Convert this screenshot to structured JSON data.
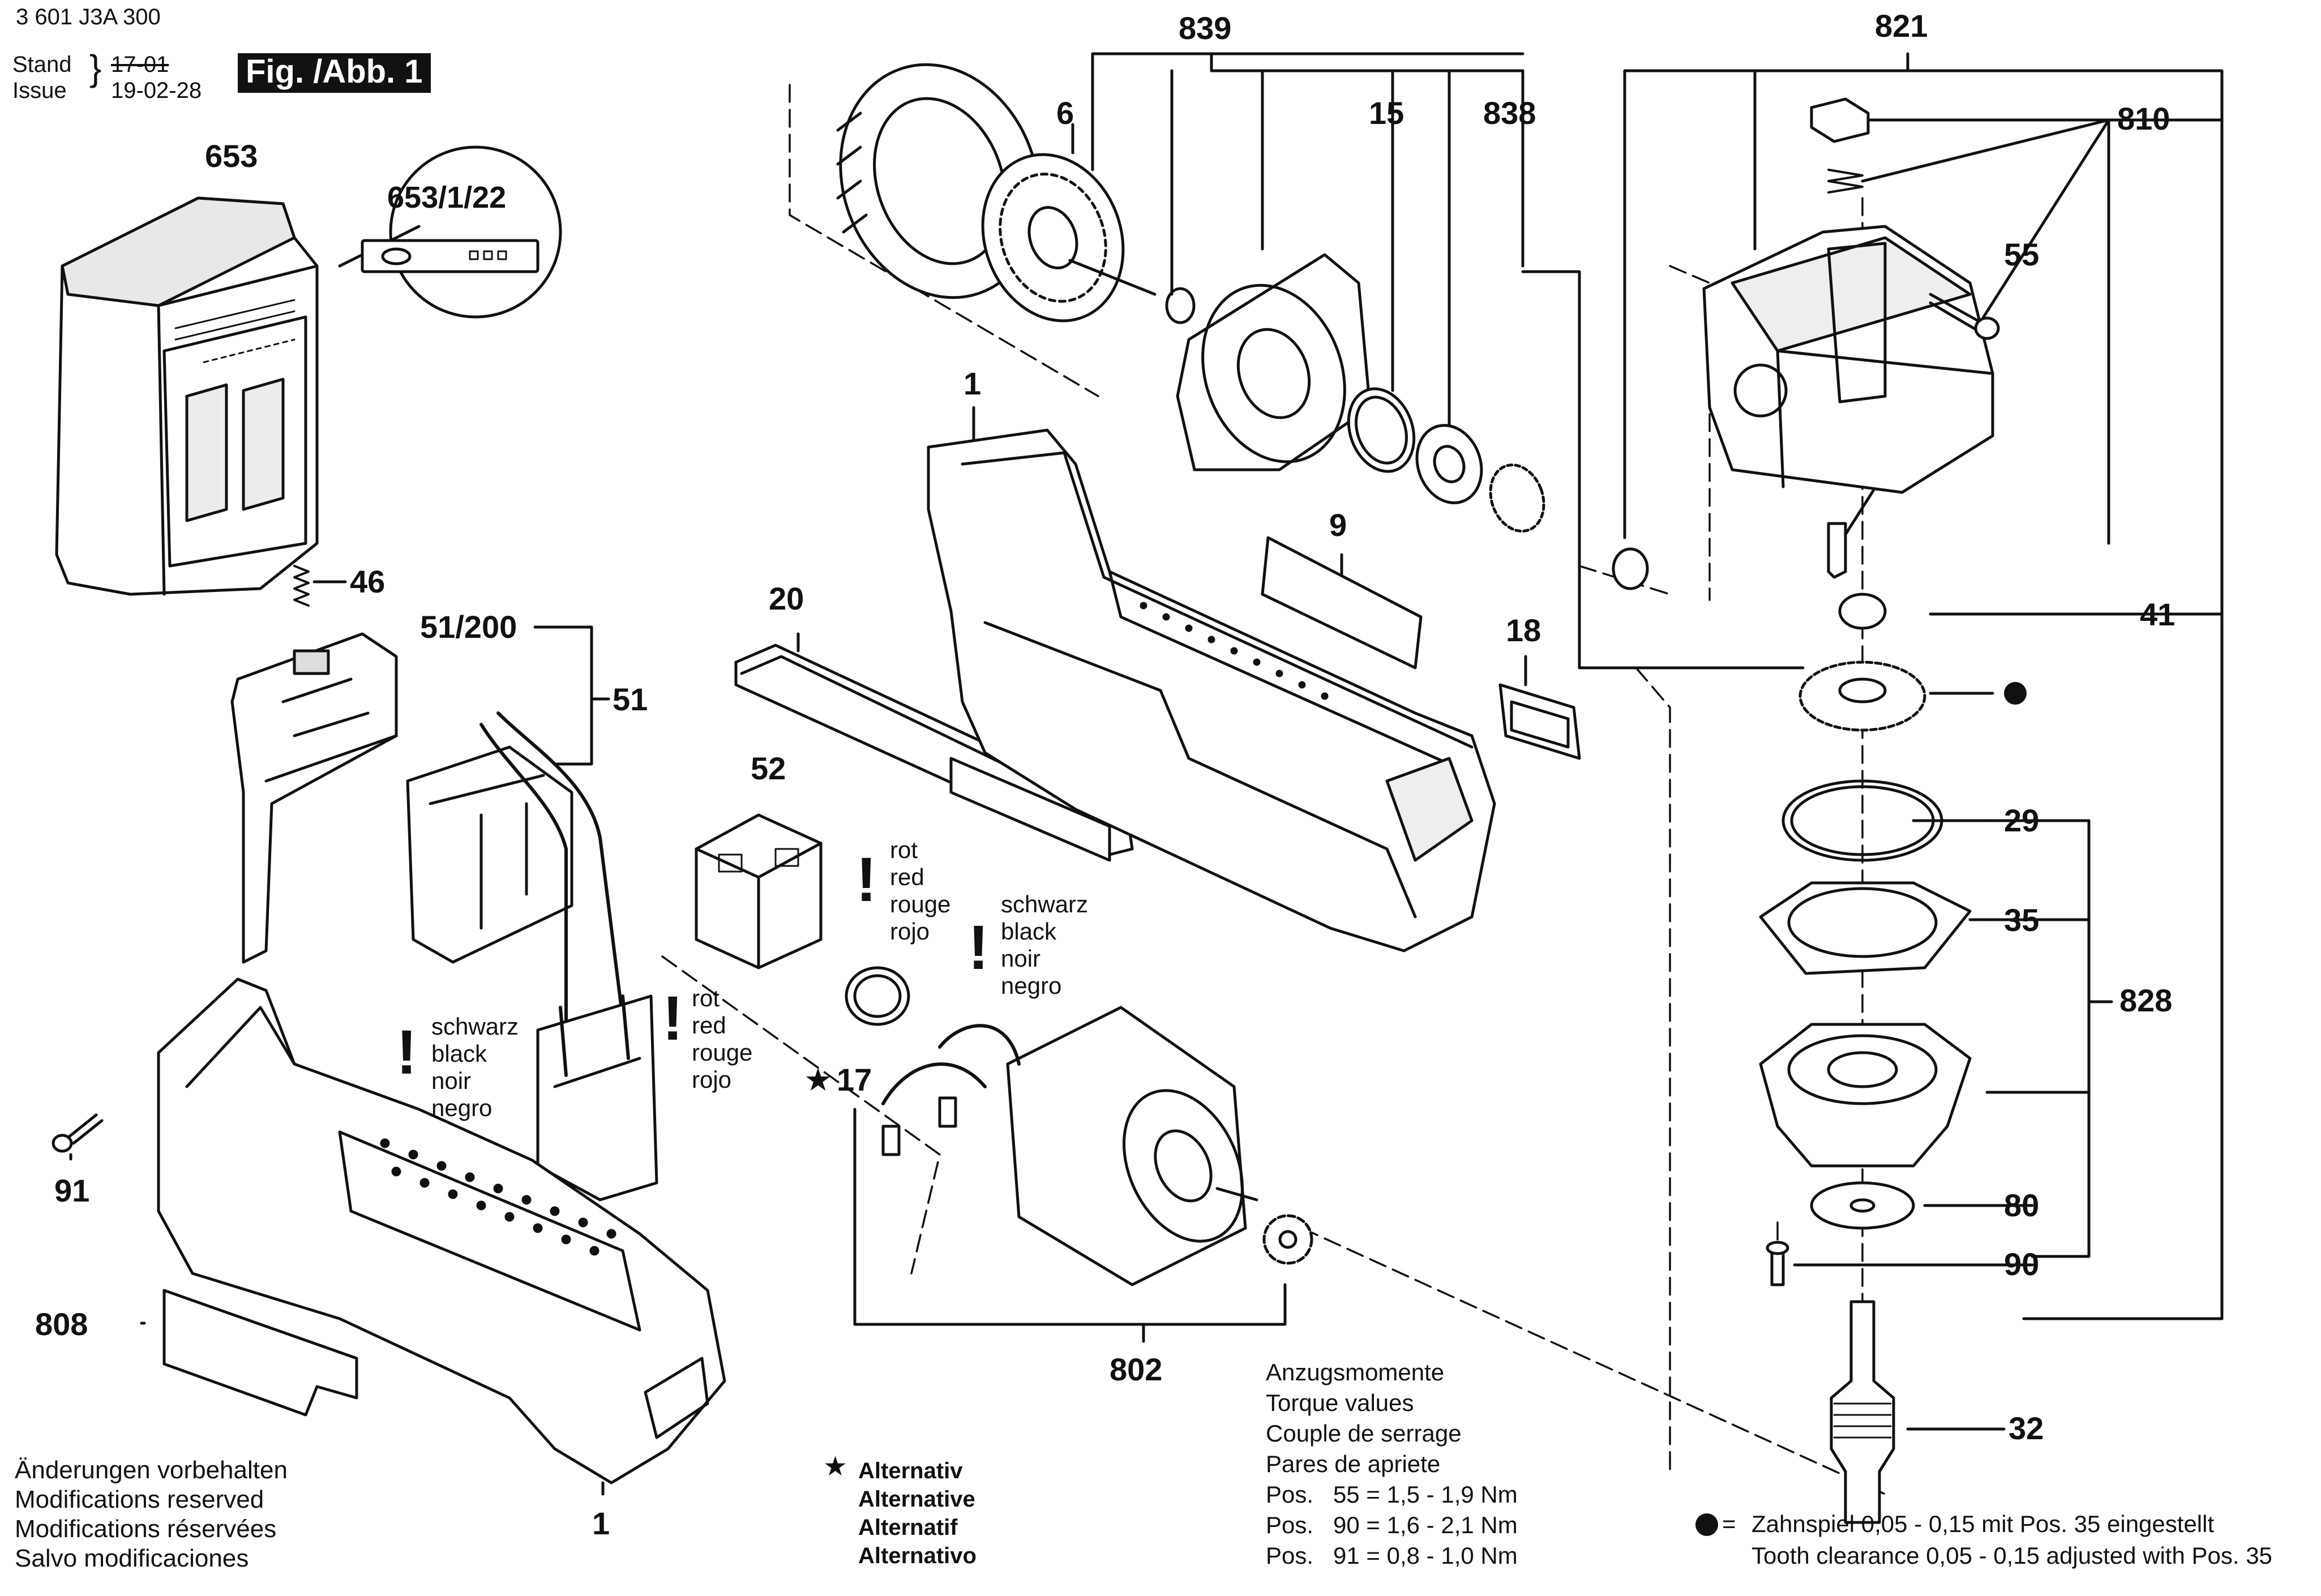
{
  "header": {
    "doc_number": "3 601 J3A 300",
    "stand_label": "Stand",
    "issue_label": "Issue",
    "old_date": "17-01",
    "new_date": "19-02-28",
    "figure_label": "Fig. /Abb. 1"
  },
  "parts": {
    "p653": "653",
    "p653_1_22": "653/1/22",
    "p46": "46",
    "p51_200": "51/200",
    "p51": "51",
    "p52": "52",
    "p20": "20",
    "p1_top": "1",
    "p9": "9",
    "p18": "18",
    "p17": "17",
    "p91": "91",
    "p808": "808",
    "p1_bottom": "1",
    "p802": "802",
    "p6": "6",
    "p839": "839",
    "p15": "15",
    "p838": "838",
    "p821": "821",
    "p810": "810",
    "p55": "55",
    "p41": "41",
    "p29": "29",
    "p35": "35",
    "p828": "828",
    "p80": "80",
    "p90": "90",
    "p32": "32"
  },
  "wire_labels": {
    "black_left": "schwarz\nblack\nnoir\nnegro",
    "red_left": "rot\nred\nrouge\nrojo",
    "red_top": "rot\nred\nrouge\nrojo",
    "black_right": "schwarz\nblack\nnoir\nnegro"
  },
  "footer": {
    "modifications": "Änderungen vorbehalten\nModifications reserved\nModifications réservées\nSalvo modificaciones",
    "alternative": "Alternativ\nAlternative\nAlternatif\nAlternativo",
    "torque": "Anzugsmomente\nTorque values\nCouple de serrage\nPares de apriete\nPos.   55 = 1,5 - 1,9 Nm\nPos.   90 = 1,6 - 2,1 Nm\nPos.   91 = 0,8 - 1,0 Nm",
    "clearance_de": "Zahnspiel 0,05 - 0,15 mit Pos. 35 eingestellt",
    "clearance_en": "Tooth clearance 0,05 - 0,15 adjusted with Pos. 35"
  },
  "symbols": {
    "star": "★",
    "warning": "!",
    "equals": "="
  },
  "colors": {
    "ink": "#111111",
    "paper": "#ffffff",
    "shade": "#d9d9d9"
  }
}
